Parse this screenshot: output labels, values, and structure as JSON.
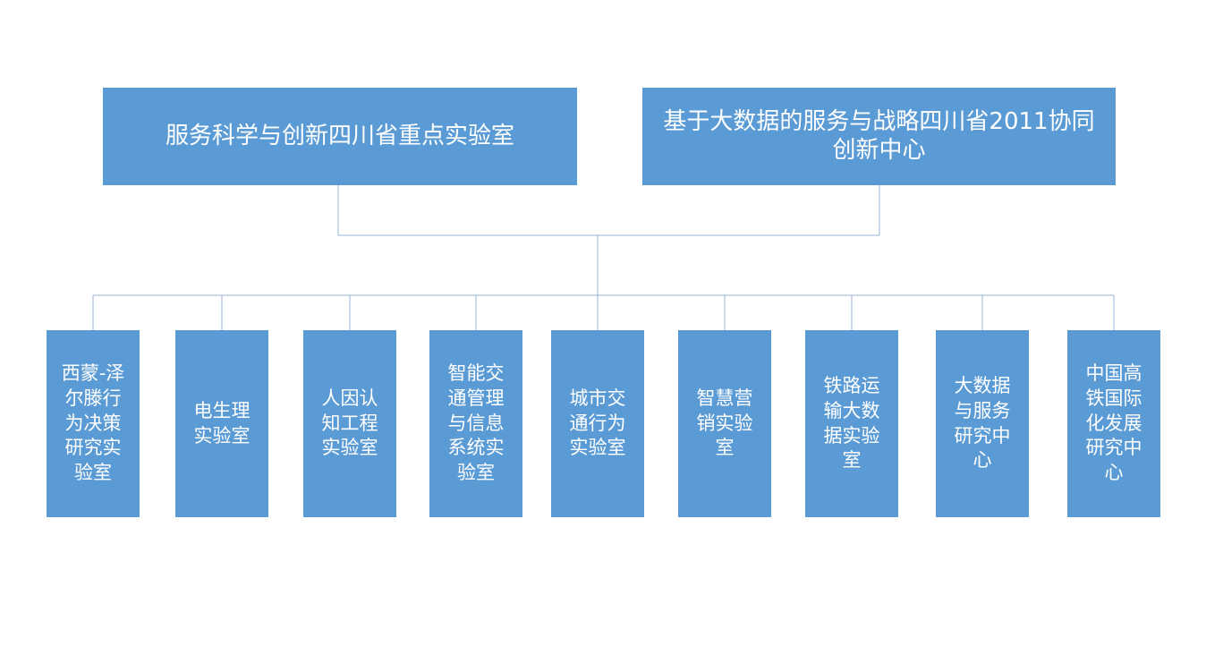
{
  "colors": {
    "background": "#ffffff",
    "box_fill": "#5b9bd5",
    "box_text": "#ffffff",
    "connector": "#94b6d8"
  },
  "top_boxes": [
    {
      "label": "服务科学与创新四川省重点实验室"
    },
    {
      "label": "基于大数据的服务与战略四川省2011协同创新中心"
    }
  ],
  "labs": [
    {
      "label": "西蒙-泽尔滕行为决策研究实验室"
    },
    {
      "label": "电生理实验室"
    },
    {
      "label": "人因认知工程实验室"
    },
    {
      "label": "智能交通管理与信息系统实验室"
    },
    {
      "label": "城市交通行为实验室"
    },
    {
      "label": "智慧营销实验室"
    },
    {
      "label": "铁路运输大数据实验室"
    },
    {
      "label": "大数据与服务研究中心"
    },
    {
      "label": "中国高铁国际化发展研究中心"
    }
  ]
}
